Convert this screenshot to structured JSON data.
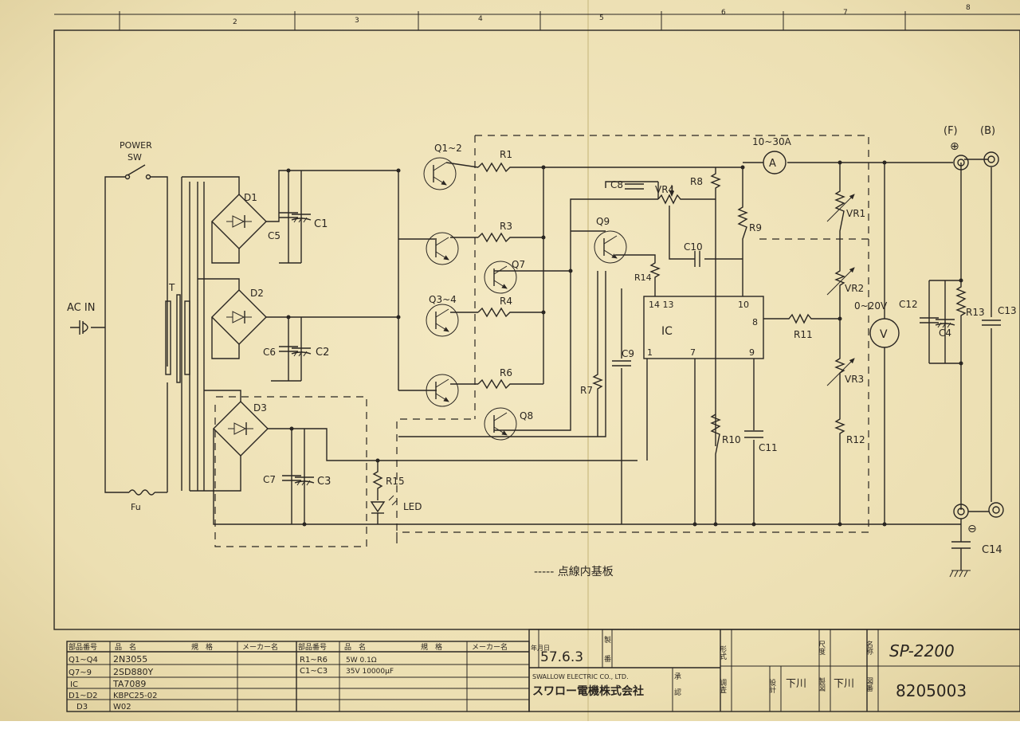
{
  "grid": {
    "numbers": [
      "2",
      "3",
      "4",
      "5",
      "6",
      "7",
      "8"
    ]
  },
  "switch": {
    "label_1": "POWER",
    "label_2": "SW"
  },
  "input": {
    "label": "AC IN",
    "fuse": "Fu",
    "transformer": "T"
  },
  "components": {
    "D1": "D1",
    "D2": "D2",
    "D3": "D3",
    "C1": "C1",
    "C2": "C2",
    "C3": "C3",
    "C4": "C4",
    "C5": "C5",
    "C6": "C6",
    "C7": "C7",
    "C8": "C8",
    "C9": "C9",
    "C10": "C10",
    "C11": "C11",
    "C12": "C12",
    "C13": "C13",
    "C14": "C14",
    "Q1_2": "Q1~2",
    "Q3_4": "Q3~4",
    "Q7": "Q7",
    "Q8": "Q8",
    "Q9": "Q9",
    "R1": "R1",
    "R3": "R3",
    "R4": "R4",
    "R6": "R6",
    "R7": "R7",
    "R8": "R8",
    "R9": "R9",
    "R10": "R10",
    "R11": "R11",
    "R12": "R12",
    "R13": "R13",
    "R14": "R14",
    "R15": "R15",
    "VR1": "VR1",
    "VR2": "VR2",
    "VR3": "VR3",
    "VR4": "VR4",
    "LED": "LED",
    "IC": "IC",
    "ic_pin_14_13": "14 13",
    "ic_pin_10": "10",
    "ic_pin_8": "8",
    "ic_pin_1": "1",
    "ic_pin_7": "7",
    "ic_pin_9": "9"
  },
  "meters": {
    "ammeter": "A",
    "ammeter_range": "10~30A",
    "voltmeter": "V",
    "voltmeter_range": "0~20V"
  },
  "terminals": {
    "front": "(F)",
    "back": "(B)",
    "plus": "⊕",
    "minus": "⊖"
  },
  "legend": {
    "text": "----- 点線内基板"
  },
  "parts_table": {
    "headers": [
      "部品番号",
      "品　名",
      "規　格",
      "メーカー名"
    ],
    "rows": [
      [
        "Q1~Q4",
        "2N3055",
        "",
        ""
      ],
      [
        "Q7~9",
        "2SD880Y",
        "",
        ""
      ],
      [
        "IC",
        "TA7089",
        "",
        ""
      ],
      [
        "D1~D2",
        "KBPC25-02",
        "",
        ""
      ],
      [
        "D3",
        "W02",
        "",
        ""
      ]
    ],
    "rows_2": [
      [
        "R1~R6",
        "5W 0.1Ω",
        "",
        ""
      ],
      [
        "C1~C3",
        "35V 10000μF",
        "",
        ""
      ]
    ]
  },
  "title_block": {
    "date_label": "年月日",
    "date": "57.6.3",
    "seisaku": "製",
    "ban": "番",
    "company_en": "SWALLOW ELECTRIC CO., LTD.",
    "company_jp": "スワロー電機株式会社",
    "shou": "承",
    "nin": "認",
    "keishiki": "形式",
    "chousa": "調査",
    "sekkei": "設計",
    "sekkei_name": "下川",
    "shakudo": "尺度",
    "seizu": "製図",
    "seizu_name": "下川",
    "meishou": "名称",
    "zuban": "図番",
    "model": "SP-2200",
    "drawing_no": "8205003"
  }
}
